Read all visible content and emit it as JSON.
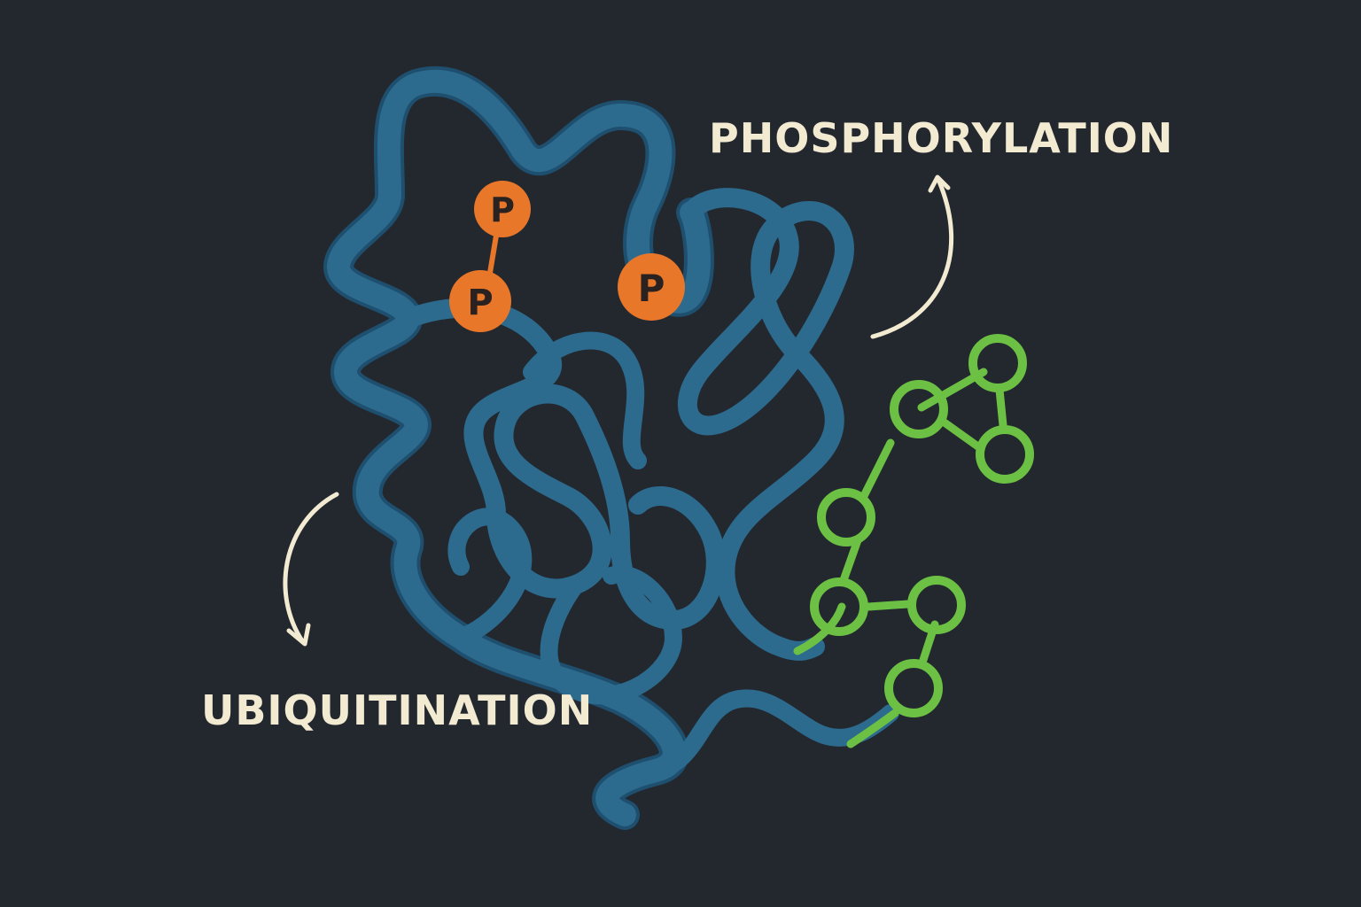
{
  "labels": {
    "phosphorylation": "PHOSPHORYLATION",
    "ubiquitination": "UBIQUITINATION"
  },
  "phosphate_groups": [
    {
      "label": "P"
    },
    {
      "label": "P"
    },
    {
      "label": "P"
    }
  ],
  "colors": {
    "background": "#23282f",
    "protein_ribbon": "#2c6a8e",
    "protein_ribbon_dark": "#1f4f6e",
    "phosphate": "#e8772a",
    "phosphate_text": "#2a2220",
    "ubiquitin_chain": "#6cc144",
    "label_text": "#f3ead2",
    "arrow": "#f3ead2"
  },
  "icons": {
    "phosphorylation_arrow": "curved-arrow-up-icon",
    "ubiquitination_arrow": "curved-arrow-down-icon"
  }
}
